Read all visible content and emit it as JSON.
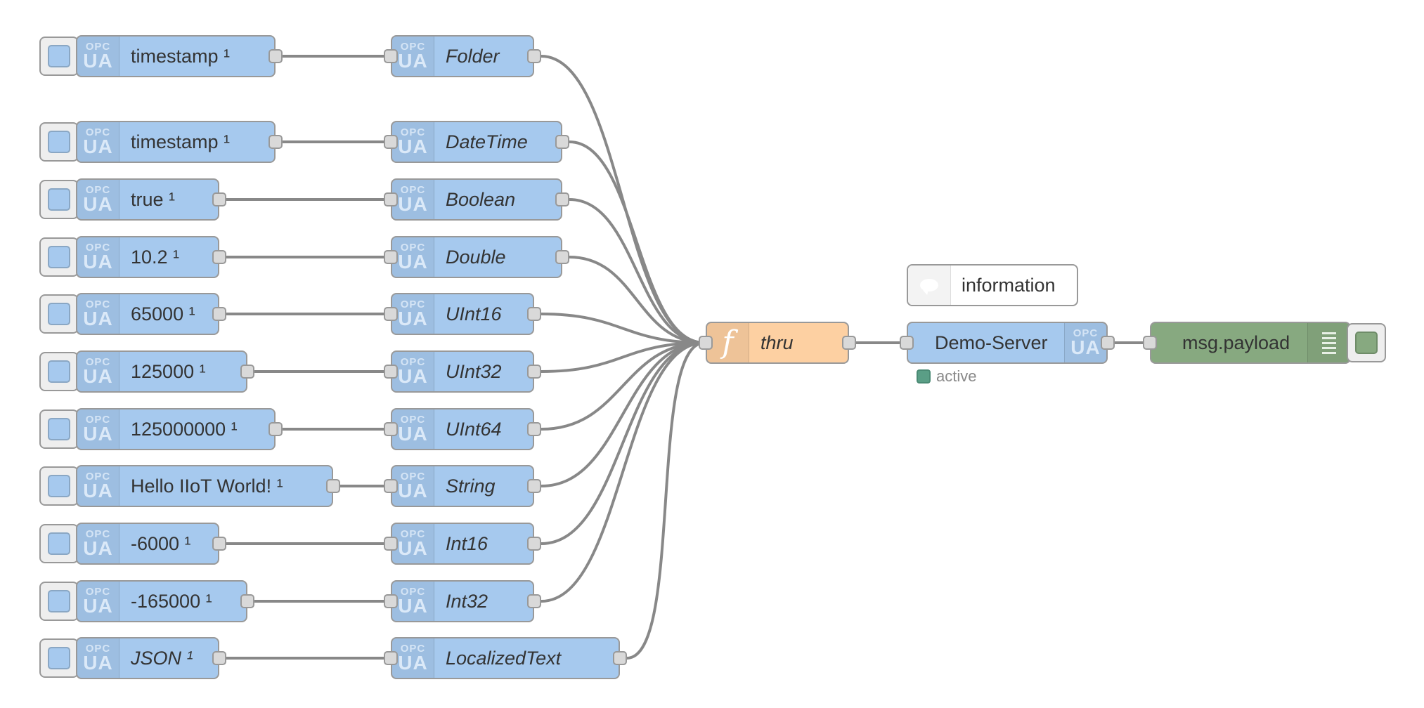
{
  "rows": [
    {
      "inject_label": "timestamp ¹",
      "inject_italic": false,
      "node_label": "Folder"
    },
    {
      "inject_label": "timestamp ¹",
      "inject_italic": false,
      "node_label": "DateTime"
    },
    {
      "inject_label": "true ¹",
      "inject_italic": false,
      "node_label": "Boolean"
    },
    {
      "inject_label": "10.2 ¹",
      "inject_italic": false,
      "node_label": "Double"
    },
    {
      "inject_label": "65000 ¹",
      "inject_italic": false,
      "node_label": "UInt16"
    },
    {
      "inject_label": "125000 ¹",
      "inject_italic": false,
      "node_label": "UInt32"
    },
    {
      "inject_label": "125000000 ¹",
      "inject_italic": false,
      "node_label": "UInt64"
    },
    {
      "inject_label": "Hello IIoT World! ¹",
      "inject_italic": false,
      "node_label": "String"
    },
    {
      "inject_label": "-6000 ¹",
      "inject_italic": false,
      "node_label": "Int16"
    },
    {
      "inject_label": "-165000 ¹",
      "inject_italic": false,
      "node_label": "Int32"
    },
    {
      "inject_label": "JSON ¹",
      "inject_italic": true,
      "node_label": "LocalizedText"
    }
  ],
  "icons": {
    "opc_top": "OPC",
    "opc_bottom": "UA",
    "inject_icon": "opcua-icon",
    "item_icon": "opcua-icon",
    "function_icon": "function-icon",
    "server_icon": "opcua-icon",
    "debug_icon": "debug-list-icon",
    "comment_icon": "speech-bubble-icon"
  },
  "function_node": {
    "label": "thru",
    "glyph": "f"
  },
  "server_node": {
    "label": "Demo-Server",
    "status_text": "active"
  },
  "comment_node": {
    "label": "information"
  },
  "debug_node": {
    "label": "msg.payload"
  },
  "colors": {
    "opcua_node": "#a6c9ee",
    "function_node": "#fdd0a2",
    "debug_node": "#87a980",
    "wire": "#888888",
    "status_active": "#5a9e86"
  }
}
